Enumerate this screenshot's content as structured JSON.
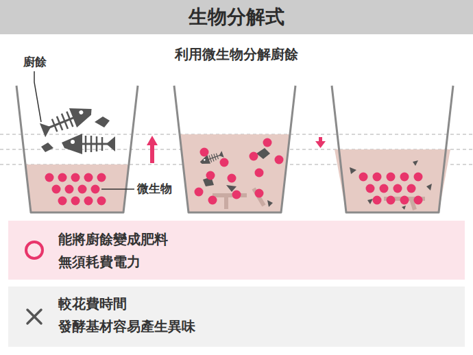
{
  "diagram": {
    "title": "生物分解式",
    "nodes": [
      {
        "text": [
          "能將廚餘變成肥料",
          "無須耗費電力"
        ]
      },
      {
        "text": [
          "較花費時間",
          "發酵基材容易產生異味"
        ]
      }
    ],
    "labels": [
      "利用微生物分解廚餘",
      "廚餘",
      "微生物"
    ]
  }
}
